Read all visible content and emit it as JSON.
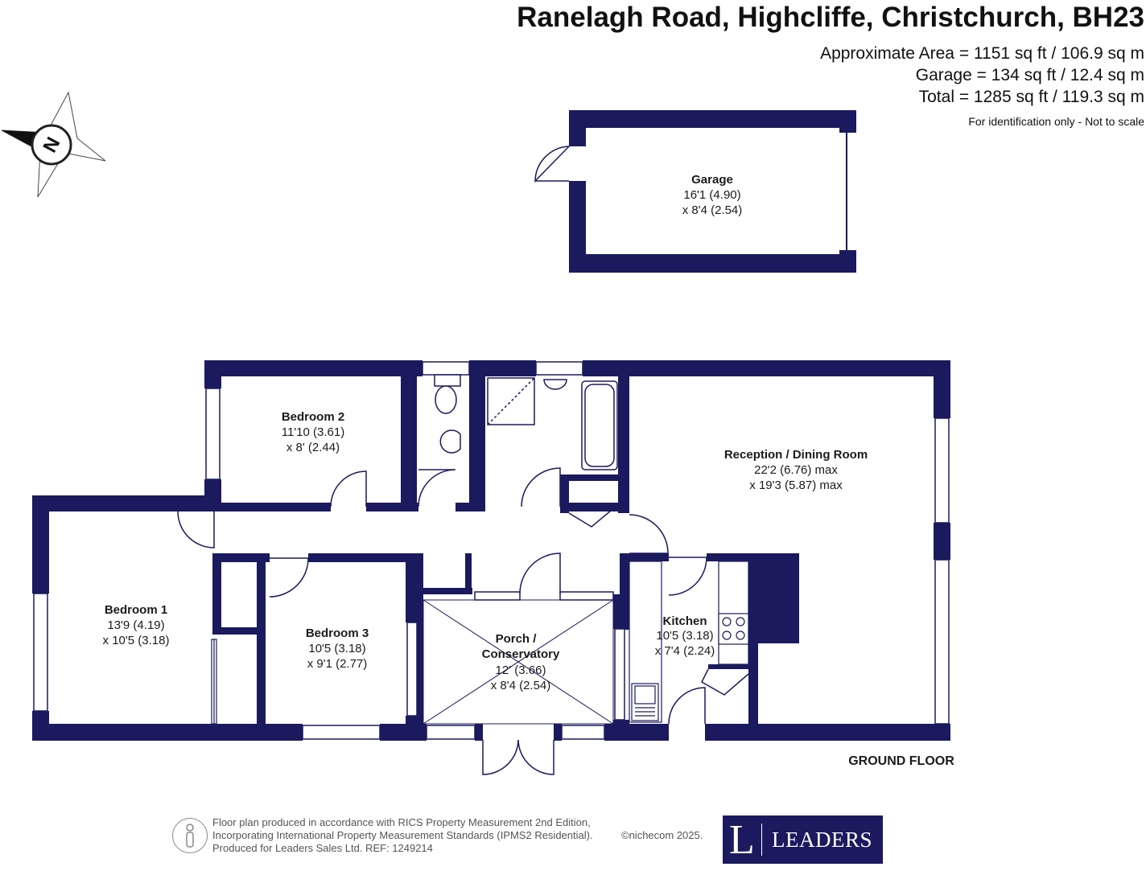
{
  "header": {
    "title": "Ranelagh Road, Highcliffe, Christchurch, BH23",
    "approximate_area": "Approximate Area = 1151 sq ft / 106.9 sq m",
    "garage_area": "Garage = 134 sq ft / 12.4 sq m",
    "total_area": "Total = 1285 sq ft / 119.3 sq m",
    "disclaimer": "For identification only - Not to scale"
  },
  "compass": {
    "letter": "N",
    "icon": "compass-icon"
  },
  "rooms": {
    "garage": {
      "name": "Garage",
      "dim1": "16'1 (4.90)",
      "dim2": "x 8'4 (2.54)"
    },
    "bedroom2": {
      "name": "Bedroom 2",
      "dim1": "11'10 (3.61)",
      "dim2": "x 8' (2.44)"
    },
    "reception": {
      "name": "Reception / Dining Room",
      "dim1": "22'2 (6.76) max",
      "dim2": "x 19'3 (5.87) max"
    },
    "bedroom1": {
      "name": "Bedroom 1",
      "dim1": "13'9 (4.19)",
      "dim2": "x 10'5 (3.18)"
    },
    "bedroom3": {
      "name": "Bedroom 3",
      "dim1": "10'5 (3.18)",
      "dim2": "x 9'1 (2.77)"
    },
    "porch": {
      "name1": "Porch /",
      "name2": "Conservatory",
      "dim1": "12' (3.66)",
      "dim2": "x 8'4 (2.54)"
    },
    "kitchen": {
      "name": "Kitchen",
      "dim1": "10'5 (3.18)",
      "dim2": "x 7'4 (2.24)"
    }
  },
  "floor_label": "GROUND FLOOR",
  "footer": {
    "line1": "Floor plan produced in accordance with RICS Property Measurement 2nd Edition,",
    "line2": "Incorporating International Property Measurement Standards (IPMS2 Residential).",
    "line3": "Produced for Leaders Sales Ltd.   REF: 1249214",
    "copyright": "©nichecom 2025."
  },
  "logo": {
    "letter": "L",
    "name": "LEADERS"
  },
  "colors": {
    "wall": "#1b1a5e",
    "logo_bg": "#1b1a5e",
    "text": "#1b1b1b"
  }
}
